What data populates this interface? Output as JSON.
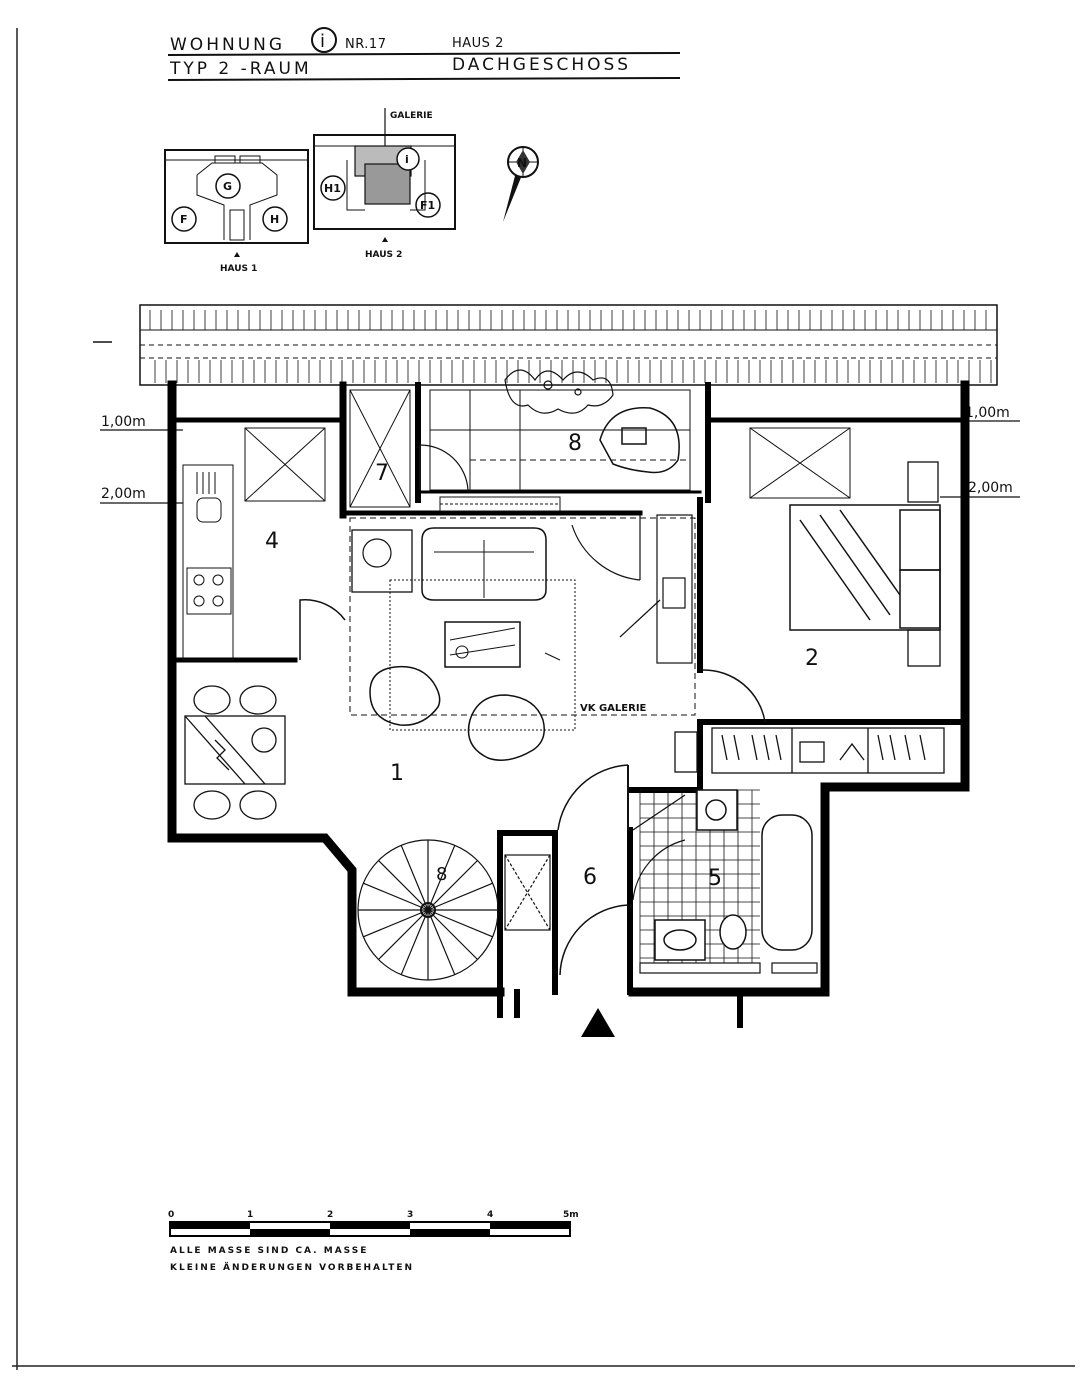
{
  "header": {
    "left_word": "WOHNUNG",
    "unit_letter": "i",
    "unit_nr": "NR.17",
    "house": "HAUS 2",
    "type": "TYP 2 -RAUM",
    "floor": "DACHGESCHOSS"
  },
  "keyplan": {
    "galerie": "GALERIE",
    "haus1": "HAUS 1",
    "haus2": "HAUS 2",
    "h1_units": [
      "G",
      "F",
      "H"
    ],
    "h2_units": [
      "H1",
      "i",
      "F1"
    ]
  },
  "north": "N",
  "levels": {
    "left_1": "1,00m",
    "left_2": "2,00m",
    "right_1": "1,00m",
    "right_2": "2,00m"
  },
  "rooms": {
    "r1": "1",
    "r2": "2",
    "r4": "4",
    "r5": "5",
    "r6": "6",
    "r7": "7",
    "r8": "8",
    "stair": "8",
    "vk_galerie": "VK GALERIE"
  },
  "scale": {
    "ticks": [
      "0",
      "1",
      "2",
      "3",
      "4",
      "5m"
    ],
    "note1": "ALLE MASSE SIND CA. MASSE",
    "note2": "KLEINE ÄNDERUNGEN VORBEHALTEN"
  }
}
